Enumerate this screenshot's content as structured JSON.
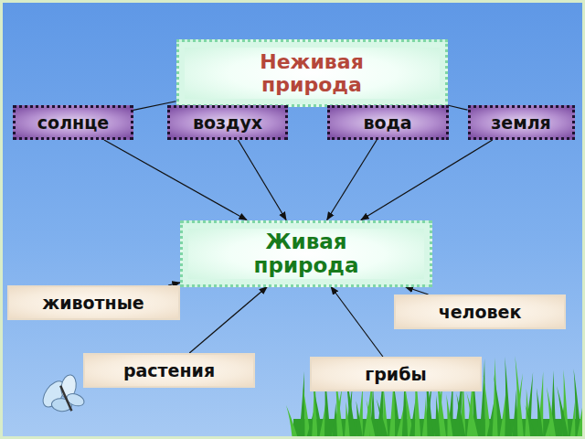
{
  "diagram": {
    "nodes": [
      {
        "text": [
          "Неживая природа"
        ]
      },
      {
        "text": [
          "солнце"
        ]
      },
      {
        "text": [
          "воздух"
        ]
      },
      {
        "text": [
          "вода"
        ]
      },
      {
        "text": [
          "земля"
        ]
      },
      {
        "text": [
          "Живая природа"
        ]
      },
      {
        "text": [
          "животные"
        ]
      },
      {
        "text": [
          "человек"
        ]
      },
      {
        "text": [
          "растения"
        ]
      },
      {
        "text": [
          "грибы"
        ]
      }
    ],
    "edges": [
      {
        "from": 0,
        "to": 1,
        "arrow": "none"
      },
      {
        "from": 0,
        "to": 2,
        "arrow": "none"
      },
      {
        "from": 0,
        "to": 3,
        "arrow": "none"
      },
      {
        "from": 0,
        "to": 4,
        "arrow": "none"
      },
      {
        "from": 1,
        "to": 5,
        "arrow": "to"
      },
      {
        "from": 2,
        "to": 5,
        "arrow": "to"
      },
      {
        "from": 3,
        "to": 5,
        "arrow": "to"
      },
      {
        "from": 4,
        "to": 5,
        "arrow": "to"
      },
      {
        "from": 6,
        "to": 5,
        "arrow": "to"
      },
      {
        "from": 7,
        "to": 5,
        "arrow": "to"
      },
      {
        "from": 8,
        "to": 5,
        "arrow": "to"
      },
      {
        "from": 9,
        "to": 5,
        "arrow": "to"
      }
    ]
  }
}
